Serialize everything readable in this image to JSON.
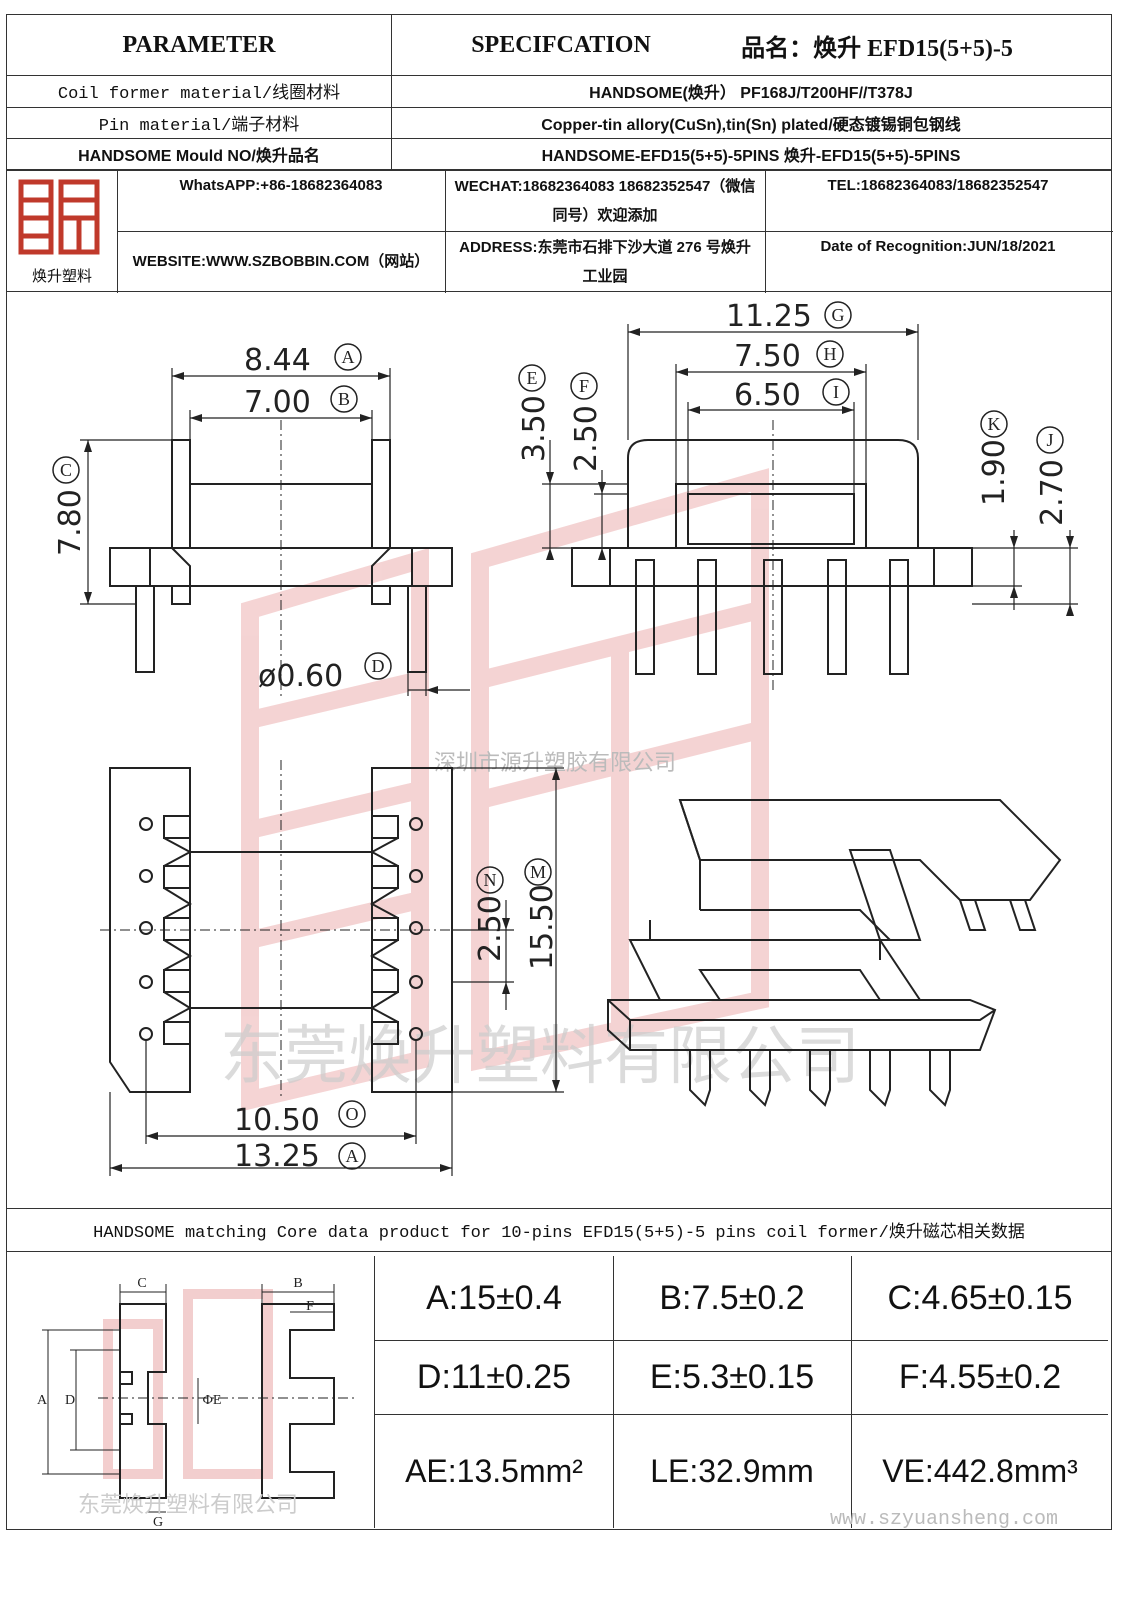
{
  "header": {
    "parameter": "PARAMETER",
    "specification": "SPECIFCATION",
    "product_name": "品名：焕升 EFD15(5+5)-5"
  },
  "spec_rows": [
    {
      "label": "Coil former material/线圈材料",
      "value": "HANDSOME(焕升）  PF168J/T200HF//T378J"
    },
    {
      "label": "Pin material/端子材料",
      "value": "Copper-tin allory(CuSn),tin(Sn) plated/硬态镀锡铜包钢线"
    },
    {
      "label": "HANDSOME Mould NO/焕升品名",
      "value": "HANDSOME-EFD15(5+5)-5PINS   焕升-EFD15(5+5)-5PINS"
    }
  ],
  "company": {
    "logo_text": "焕升塑料",
    "whatsapp": "WhatsAPP:+86-18682364083",
    "wechat": "WECHAT:18682364083 18682352547（微信同号）欢迎添加",
    "tel": "TEL:18682364083/18682352547",
    "website": "WEBSITE:WWW.SZBOBBIN.COM（网站）",
    "address": "ADDRESS:东莞市石排下沙大道 276 号焕升工业园",
    "date": "Date of Recognition:JUN/18/2021"
  },
  "drawing": {
    "dims": {
      "A_top": "8.44",
      "B_top": "7.00",
      "C": "7.80",
      "D": "ø0.60",
      "G": "11.25",
      "H": "7.50",
      "I": "6.50",
      "E": "3.50",
      "F": "2.50",
      "K": "1.90",
      "J": "2.70",
      "N": "2.50",
      "M": "15.50",
      "O": "10.50",
      "A_bottom": "13.25"
    },
    "letters": {
      "A": "A",
      "B": "B",
      "C": "C",
      "D": "D",
      "E": "E",
      "F": "F",
      "G": "G",
      "H": "H",
      "I": "I",
      "J": "J",
      "K": "K",
      "M": "M",
      "N": "N",
      "O": "O"
    },
    "watermark_cn": "深圳市源升塑胶有限公司",
    "watermark_big": "东莞焕升塑料有限公司"
  },
  "core_title": "HANDSOME matching Core data  product for 10-pins EFD15(5+5)-5 pins coil former/焕升磁芯相关数据",
  "core_sketch_labels": {
    "A": "A",
    "B": "B",
    "C": "C",
    "D": "D",
    "F": "F",
    "G": "G",
    "phiE": "ΦE"
  },
  "core_watermark": "东莞焕升塑料有限公司",
  "core_table": [
    [
      "A:15±0.4",
      "B:7.5±0.2",
      "C:4.65±0.15"
    ],
    [
      "D:11±0.25",
      "E:5.3±0.15",
      "F:4.55±0.2"
    ],
    [
      "AE:13.5mm²",
      "LE:32.9mm",
      "VE:442.8mm³"
    ]
  ],
  "website_footer": "www.szyuansheng.com",
  "colors": {
    "border": "#333333",
    "drawing": "#222222",
    "watermark": "#e8a0a0",
    "logo": "#c0392b"
  }
}
